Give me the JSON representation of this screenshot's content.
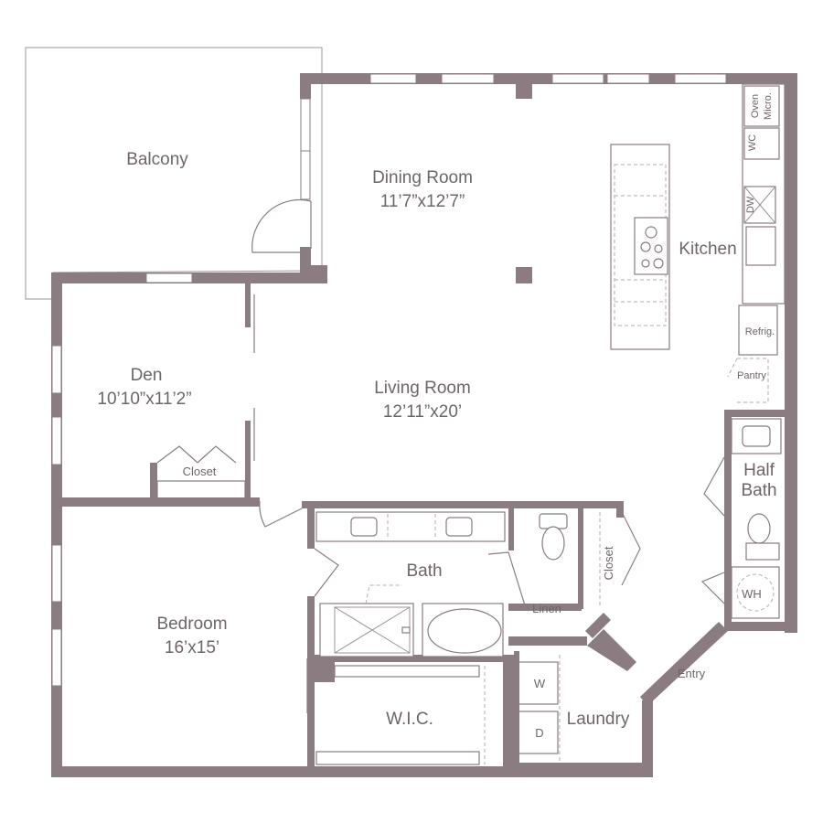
{
  "rooms": {
    "balcony": {
      "name": "Balcony"
    },
    "dining_room": {
      "name": "Dining Room",
      "size": "11’7”x12’7”"
    },
    "kitchen": {
      "name": "Kitchen"
    },
    "living_room": {
      "name": "Living Room",
      "size": "12’11”x20’"
    },
    "den": {
      "name": "Den",
      "size": "10’10”x11’2”"
    },
    "den_closet": {
      "name": "Closet"
    },
    "bath": {
      "name": "Bath"
    },
    "linen": {
      "name": "Linen"
    },
    "hall_closet": {
      "name": "Closet"
    },
    "half_bath": {
      "line1": "Half",
      "line2": "Bath"
    },
    "bedroom": {
      "name": "Bedroom",
      "size": "16’x15’"
    },
    "wic": {
      "name": "W.I.C."
    },
    "laundry": {
      "name": "Laundry"
    },
    "entry": {
      "name": "Entry"
    }
  },
  "fixtures": {
    "oven_line1": "Oven",
    "oven_line2": "Micro.",
    "wc": "WC",
    "dw": "DW",
    "refrig": "Refrig.",
    "pantry": "Pantry",
    "wh": "WH",
    "washer": "W",
    "dryer": "D"
  },
  "colors": {
    "wall": "#8a7c80",
    "text": "#6f6568"
  }
}
